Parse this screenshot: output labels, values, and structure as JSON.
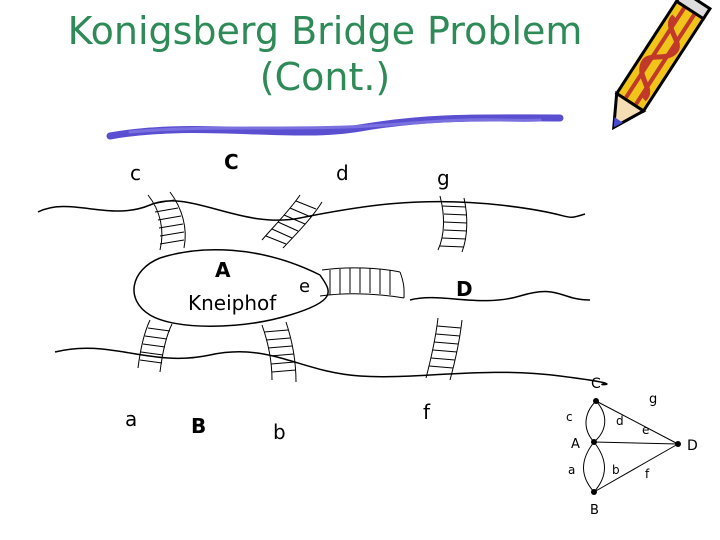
{
  "slide": {
    "title_line1": "Konigsberg Bridge Problem",
    "title_line2": "(Cont.)"
  },
  "map": {
    "labels": {
      "c": "c",
      "C": "C",
      "d": "d",
      "g": "g",
      "A": "A",
      "e": "e",
      "D": "D",
      "kneiphof": "Kneiphof",
      "a": "a",
      "B": "B",
      "b": "b",
      "f": "f"
    }
  },
  "graph": {
    "nodes": {
      "C": "C",
      "A": "A",
      "B": "B",
      "D": "D"
    },
    "edges": {
      "a": "a",
      "b": "b",
      "c": "c",
      "d": "d",
      "e": "e",
      "f": "f",
      "g": "g"
    }
  },
  "colors": {
    "title": "#2e8b57",
    "underline": "#5a4fd0",
    "pencil_body": "#f0c419"
  },
  "icons": [
    "pencil-icon"
  ]
}
